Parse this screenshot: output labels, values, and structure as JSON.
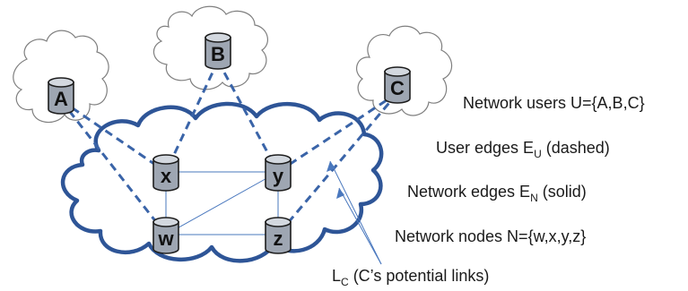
{
  "colors": {
    "cloud_fill": "#ffffff",
    "cloud_stroke_light": "#7f7f7f",
    "network_cloud_stroke": "#2e5597",
    "user_edge": "#3a64a8",
    "network_edge": "#4a78be",
    "node_body": "#9ea6b2",
    "node_top": "#d3d8df",
    "node_stroke": "#1d1d1d",
    "arrow": "#4a78be"
  },
  "nodes": {
    "A": "A",
    "B": "B",
    "C": "C",
    "x": "x",
    "y": "y",
    "w": "w",
    "z": "z"
  },
  "legend": {
    "users": {
      "prefix": "Network users U={A,B,C}"
    },
    "user_edges": {
      "prefix": "User edges E",
      "sub": "U",
      "suffix": " (dashed)"
    },
    "network_edges": {
      "prefix": "Network edges E",
      "sub": "N",
      "suffix": " (solid)"
    },
    "network_nodes": {
      "prefix": "Network nodes N={w,x,y,z}"
    },
    "potential_links": {
      "prefix": "L",
      "sub": "C",
      "suffix": " (C’s potential links)"
    }
  }
}
